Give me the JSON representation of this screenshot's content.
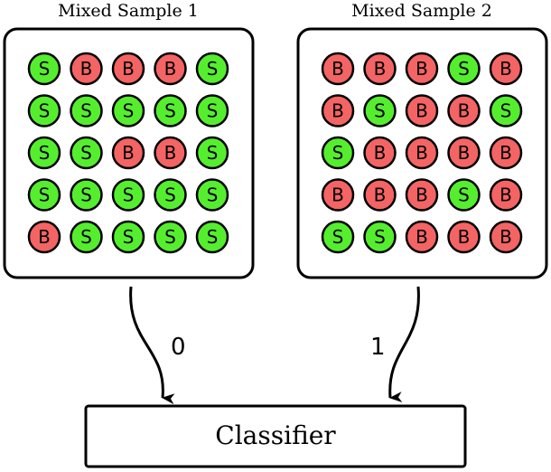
{
  "colors": {
    "signal": "#55ee2f",
    "background": "#f46464",
    "stroke": "#000000"
  },
  "samples": [
    {
      "title": "Mixed Sample 1",
      "label": "0",
      "grid": [
        [
          "S",
          "B",
          "B",
          "B",
          "S"
        ],
        [
          "S",
          "S",
          "S",
          "S",
          "S"
        ],
        [
          "S",
          "S",
          "B",
          "B",
          "S"
        ],
        [
          "S",
          "S",
          "S",
          "S",
          "S"
        ],
        [
          "B",
          "S",
          "S",
          "S",
          "S"
        ]
      ]
    },
    {
      "title": "Mixed Sample 2",
      "label": "1",
      "grid": [
        [
          "B",
          "B",
          "B",
          "S",
          "B"
        ],
        [
          "B",
          "S",
          "B",
          "B",
          "S"
        ],
        [
          "S",
          "B",
          "B",
          "B",
          "B"
        ],
        [
          "B",
          "B",
          "B",
          "S",
          "B"
        ],
        [
          "S",
          "S",
          "B",
          "B",
          "B"
        ]
      ]
    }
  ],
  "classifier": {
    "label": "Classifier"
  }
}
